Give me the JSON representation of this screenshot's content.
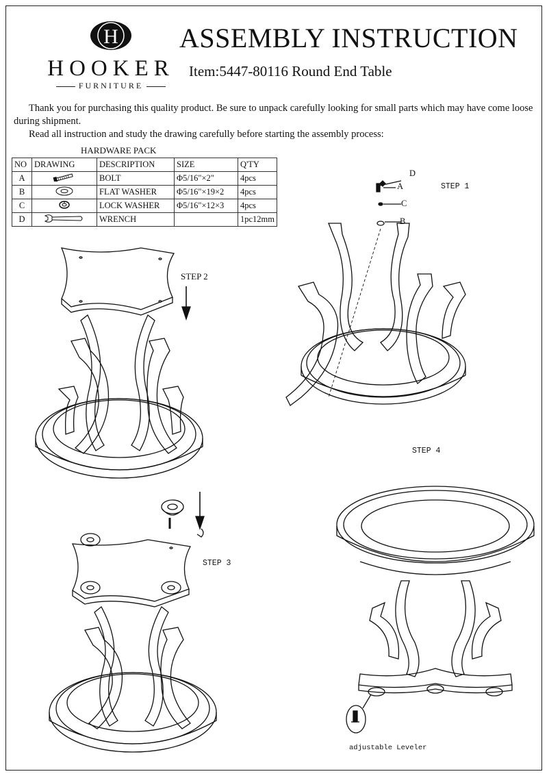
{
  "header": {
    "brand": "HOOKER",
    "brand_sub": "FURNITURE",
    "title": "ASSEMBLY INSTRUCTION",
    "item": "Item:5447-80116 Round End Table"
  },
  "intro": {
    "p1": "Thank you for purchasing this quality product. Be sure to unpack carefully looking for small parts which may have come loose during shipment.",
    "p2": "Read all instruction and study the drawing carefully before starting the assembly process:"
  },
  "hardware": {
    "title": "HARDWARE PACK",
    "columns": [
      "NO",
      "DRAWING",
      "DESCRIPTION",
      "SIZE",
      "Q'TY"
    ],
    "rows": [
      {
        "no": "A",
        "drawing": "bolt-icon",
        "description": "BOLT",
        "size": "Φ5/16\"×2\"",
        "qty": "4pcs"
      },
      {
        "no": "B",
        "drawing": "flat-washer-icon",
        "description": "FLAT WASHER",
        "size": "Φ5/16\"×19×2",
        "qty": "4pcs"
      },
      {
        "no": "C",
        "drawing": "lock-washer-icon",
        "description": "LOCK WASHER",
        "size": "Φ5/16\"×12×3",
        "qty": "4pcs"
      },
      {
        "no": "D",
        "drawing": "wrench-icon",
        "description": "WRENCH",
        "size": "",
        "qty": "1pc12mm"
      }
    ]
  },
  "steps": {
    "step1": "STEP 1",
    "step2": "STEP 2",
    "step3": "STEP 3",
    "step4": "STEP 4",
    "leveler": "adjustable Leveler"
  },
  "parts_labels": {
    "a": "A",
    "b": "B",
    "c": "C",
    "d": "D"
  }
}
